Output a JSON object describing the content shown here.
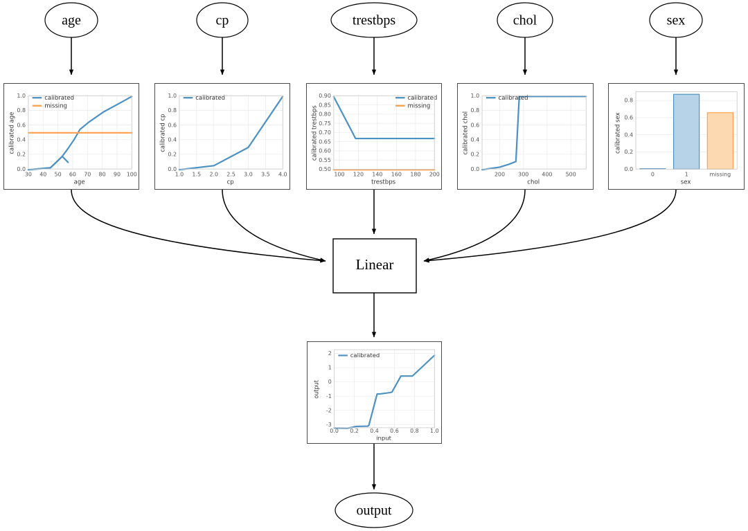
{
  "diagram": {
    "title": "calibrated-feature-model-graph",
    "input_nodes": [
      {
        "id": "age",
        "label": "age"
      },
      {
        "id": "cp",
        "label": "cp"
      },
      {
        "id": "trestbps",
        "label": "trestbps"
      },
      {
        "id": "chol",
        "label": "chol"
      },
      {
        "id": "sex",
        "label": "sex"
      }
    ],
    "linear_node": {
      "id": "linear",
      "label": "Linear"
    },
    "output_node": {
      "id": "output",
      "label": "output"
    }
  },
  "colors": {
    "calibrated": "#4c91c3",
    "missing": "#ff9f4a",
    "bar_blue_fill": "#b7d3e8",
    "bar_blue_edge": "#4c91c3",
    "bar_orange_fill": "#fcd9b0",
    "bar_orange_edge": "#ff9f4a",
    "node_stroke": "#000000",
    "panel_border": "#4a4a4a",
    "grid": "#e9e9e9"
  },
  "chart_data": [
    {
      "id": "age",
      "type": "line",
      "xlabel": "age",
      "ylabel": "calibrated age",
      "xlim": [
        29,
        100
      ],
      "ylim": [
        0.0,
        1.0
      ],
      "xticks": [
        30,
        40,
        50,
        60,
        70,
        80,
        90,
        100
      ],
      "yticks": [
        0.0,
        0.2,
        0.4,
        0.6,
        0.8,
        1.0
      ],
      "legend": [
        "calibrated",
        "missing"
      ],
      "legend_position": "upper left",
      "grid": true,
      "series": [
        {
          "name": "calibrated",
          "color": "#4c91c3",
          "x": [
            29,
            44,
            48,
            52,
            56,
            60,
            64,
            70,
            80,
            90,
            100
          ],
          "y": [
            0.01,
            0.035,
            0.11,
            0.19,
            0.29,
            0.4,
            0.54,
            0.64,
            0.78,
            0.89,
            1.0
          ]
        },
        {
          "name": "missing",
          "color": "#ff9f4a",
          "x": [
            29,
            100
          ],
          "y": [
            0.495,
            0.495
          ]
        }
      ]
    },
    {
      "id": "cp",
      "type": "line",
      "xlabel": "cp",
      "ylabel": "calibrated cp",
      "xlim": [
        1.0,
        4.0
      ],
      "ylim": [
        0.0,
        1.0
      ],
      "xticks": [
        1.0,
        1.5,
        2.0,
        2.5,
        3.0,
        3.5,
        4.0
      ],
      "yticks": [
        0.0,
        0.2,
        0.4,
        0.6,
        0.8,
        1.0
      ],
      "legend": [
        "calibrated"
      ],
      "legend_position": "upper left",
      "grid": true,
      "series": [
        {
          "name": "calibrated",
          "color": "#4c91c3",
          "x": [
            1.0,
            2.0,
            3.0,
            4.0
          ],
          "y": [
            0.0,
            0.055,
            0.3,
            1.0
          ]
        }
      ]
    },
    {
      "id": "trestbps",
      "type": "line",
      "xlabel": "trestbps",
      "ylabel": "calibrated trestbps",
      "xlim": [
        94,
        200
      ],
      "ylim": [
        0.485,
        0.915
      ],
      "xticks": [
        100,
        120,
        140,
        160,
        180,
        200
      ],
      "yticks": [
        0.5,
        0.55,
        0.6,
        0.65,
        0.7,
        0.75,
        0.8,
        0.85,
        0.9
      ],
      "legend": [
        "calibrated",
        "missing"
      ],
      "legend_position": "upper right",
      "grid": true,
      "series": [
        {
          "name": "calibrated",
          "color": "#4c91c3",
          "x": [
            94,
            117,
            200
          ],
          "y": [
            0.905,
            0.678,
            0.678
          ]
        },
        {
          "name": "missing",
          "color": "#ff9f4a",
          "x": [
            94,
            200
          ],
          "y": [
            0.498,
            0.498
          ]
        }
      ]
    },
    {
      "id": "chol",
      "type": "line",
      "xlabel": "chol",
      "ylabel": "calibrated chol",
      "xlim": [
        126,
        564
      ],
      "ylim": [
        0.0,
        1.0
      ],
      "xticks": [
        200,
        300,
        400,
        500
      ],
      "yticks": [
        0.0,
        0.2,
        0.4,
        0.6,
        0.8,
        1.0
      ],
      "legend": [
        "calibrated"
      ],
      "legend_position": "upper left",
      "grid": true,
      "series": [
        {
          "name": "calibrated",
          "color": "#4c91c3",
          "x": [
            126,
            200,
            240,
            268,
            282,
            564
          ],
          "y": [
            0.0,
            0.035,
            0.075,
            0.11,
            1.0,
            1.0
          ]
        }
      ]
    },
    {
      "id": "sex",
      "type": "bar",
      "xlabel": "sex",
      "ylabel": "calibrated sex",
      "categories": [
        "0",
        "1",
        "missing"
      ],
      "values": [
        0.006,
        0.872,
        0.658
      ],
      "bar_colors": [
        "#b7d3e8",
        "#b7d3e8",
        "#fcd9b0"
      ],
      "bar_edge_colors": [
        "#4c91c3",
        "#4c91c3",
        "#ff9f4a"
      ],
      "ylim": [
        0.0,
        0.92
      ],
      "yticks": [
        0.0,
        0.2,
        0.4,
        0.6,
        0.8
      ],
      "grid": true,
      "legend": []
    },
    {
      "id": "output",
      "type": "line",
      "xlabel": "input",
      "ylabel": "output",
      "xlim": [
        0.0,
        1.0
      ],
      "ylim": [
        -3.45,
        2.2
      ],
      "xticks": [
        0.0,
        0.2,
        0.4,
        0.6,
        0.8,
        1.0
      ],
      "yticks": [
        -3,
        -2,
        -1,
        0,
        1,
        2
      ],
      "legend": [
        "calibrated"
      ],
      "legend_position": "upper left",
      "grid": true,
      "series": [
        {
          "name": "calibrated",
          "color": "#4c91c3",
          "x": [
            0.0,
            0.13,
            0.22,
            0.335,
            0.345,
            0.44,
            0.455,
            0.56,
            0.575,
            0.665,
            0.78,
            1.0
          ],
          "y": [
            -3.3,
            -3.32,
            -3.19,
            -3.17,
            -3.1,
            -0.72,
            -0.72,
            -0.62,
            -0.58,
            0.54,
            0.54,
            2.0
          ]
        }
      ]
    }
  ]
}
